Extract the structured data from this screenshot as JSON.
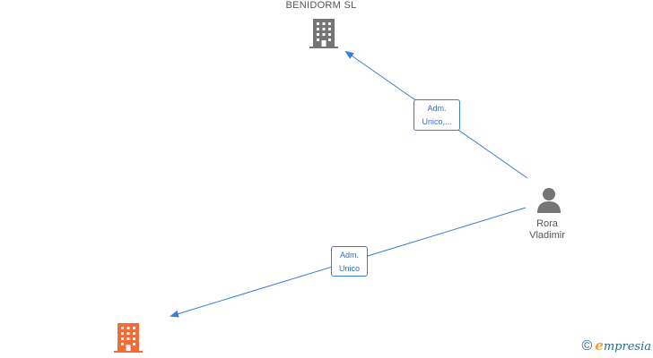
{
  "nodes": {
    "company_top": {
      "name": "BENIDORM SL",
      "icon": "building-icon",
      "color": "#757575"
    },
    "person": {
      "first_name": "Rora",
      "last_name": "Vladimir",
      "icon": "person-icon",
      "color": "#757575"
    },
    "company_bottom": {
      "name": "",
      "icon": "building-icon",
      "color": "#f26b38"
    }
  },
  "edges": [
    {
      "from": "person",
      "to": "company_top",
      "label_line1": "Adm.",
      "label_line2": "Unico,...",
      "color": "#3b7dd8"
    },
    {
      "from": "person",
      "to": "company_bottom",
      "label_line1": "Adm.",
      "label_line2": "Unico",
      "color": "#3b7dd8"
    }
  ],
  "watermark": {
    "symbol": "©",
    "brand_initial": "e",
    "brand_rest": "mpresia"
  }
}
